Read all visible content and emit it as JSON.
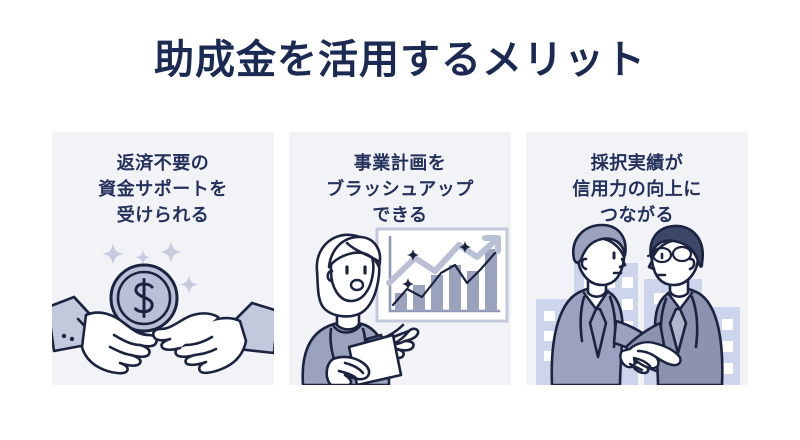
{
  "page": {
    "title": "助成金を活用するメリット",
    "background_color": "#ffffff",
    "title_color": "#1b2a52"
  },
  "theme": {
    "card_background": "#f2f3f7",
    "ink": "#1b2340",
    "accent_light": "#b9c0d6",
    "accent_mid": "#9aa2bd",
    "accent_pale": "#ccd5ec",
    "white": "#ffffff"
  },
  "cards": [
    {
      "id": "card-funding-support",
      "title_lines": [
        "返済不要の",
        "資金サポートを",
        "受けられる"
      ],
      "illustration": {
        "name": "hands-passing-coin-illustration",
        "elements": [
          "giving-hand",
          "receiving-hands",
          "dollar-coin",
          "sparkles"
        ],
        "coin_symbol": "$"
      }
    },
    {
      "id": "card-business-plan",
      "title_lines": [
        "事業計画を",
        "ブラッシュアップ",
        "できる"
      ],
      "illustration": {
        "name": "woman-presenting-chart-illustration",
        "elements": [
          "presenter-woman",
          "document",
          "whiteboard",
          "bar-chart",
          "growth-arrow",
          "sparkles"
        ]
      }
    },
    {
      "id": "card-credibility",
      "title_lines": [
        "採択実績が",
        "信用力の向上に",
        "つながる"
      ],
      "illustration": {
        "name": "businessmen-handshake-illustration",
        "elements": [
          "businessman-left",
          "businessman-right",
          "handshake",
          "city-buildings"
        ]
      }
    }
  ]
}
